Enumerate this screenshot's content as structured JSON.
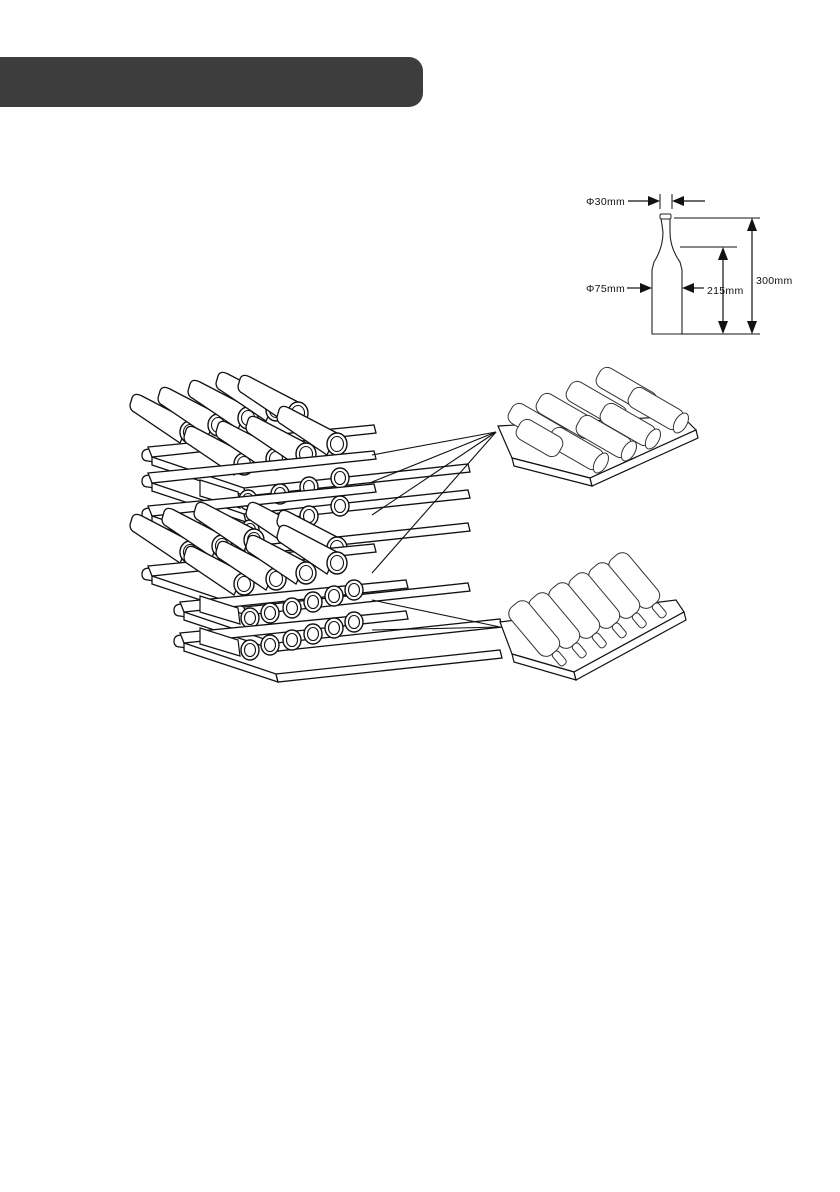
{
  "header": {
    "title": ""
  },
  "bottle_dimensions": {
    "neck_diameter": "Φ30mm",
    "body_diameter": "Φ75mm",
    "body_height": "215mm",
    "total_height": "300mm"
  },
  "colors": {
    "header_bar": "#3d3d3d",
    "line": "#111111",
    "fill": "#ffffff"
  }
}
